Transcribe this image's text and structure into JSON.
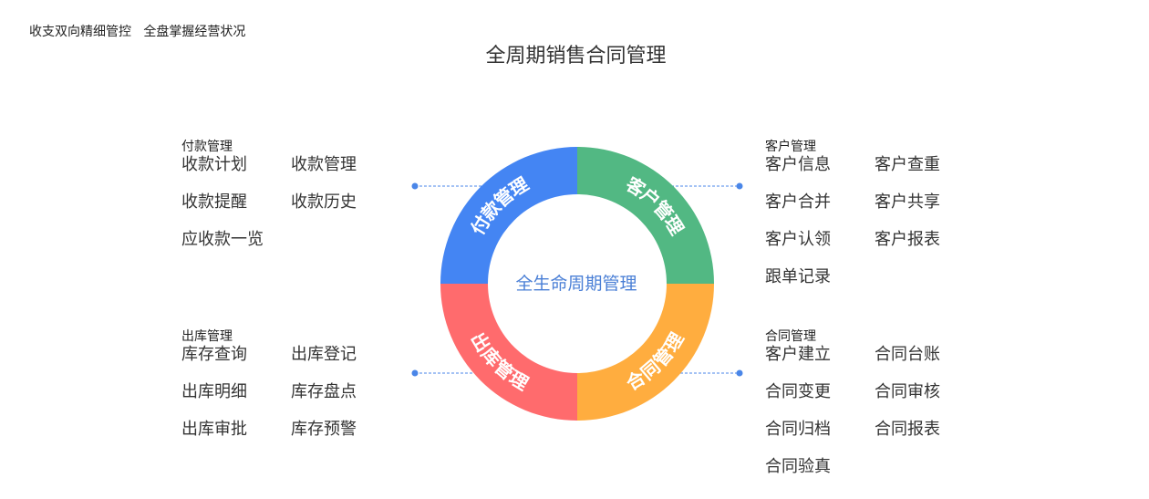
{
  "slogan": "收支双向精细管控   全盘掌握经营状况",
  "title": "全周期销售合同管理",
  "center_label": "全生命周期管理",
  "colors": {
    "payment": "#4485f3",
    "customer": "#52b883",
    "outbound": "#ff6b6d",
    "contract": "#ffad3f",
    "center_text": "#4a7fd6",
    "connector": "#4a86e8"
  },
  "segments": {
    "payment": "付款管理",
    "customer": "客户管理",
    "outbound": "出库管理",
    "contract": "合同管理"
  },
  "groups": {
    "payment": {
      "title": "付款管理",
      "items": [
        "收款计划",
        "收款管理",
        "收款提醒",
        "收款历史",
        "应收款一览"
      ]
    },
    "customer": {
      "title": "客户管理",
      "items": [
        "客户信息",
        "客户查重",
        "客户合并",
        "客户共享",
        "客户认领",
        "客户报表",
        "跟单记录"
      ]
    },
    "outbound": {
      "title": "出库管理",
      "items": [
        "库存查询",
        "出库登记",
        "出库明细",
        "库存盘点",
        "出库审批",
        "库存预警"
      ]
    },
    "contract": {
      "title": "合同管理",
      "items": [
        "客户建立",
        "合同台账",
        "合同变更",
        "合同审核",
        "合同归档",
        "合同报表",
        "合同验真"
      ]
    }
  }
}
